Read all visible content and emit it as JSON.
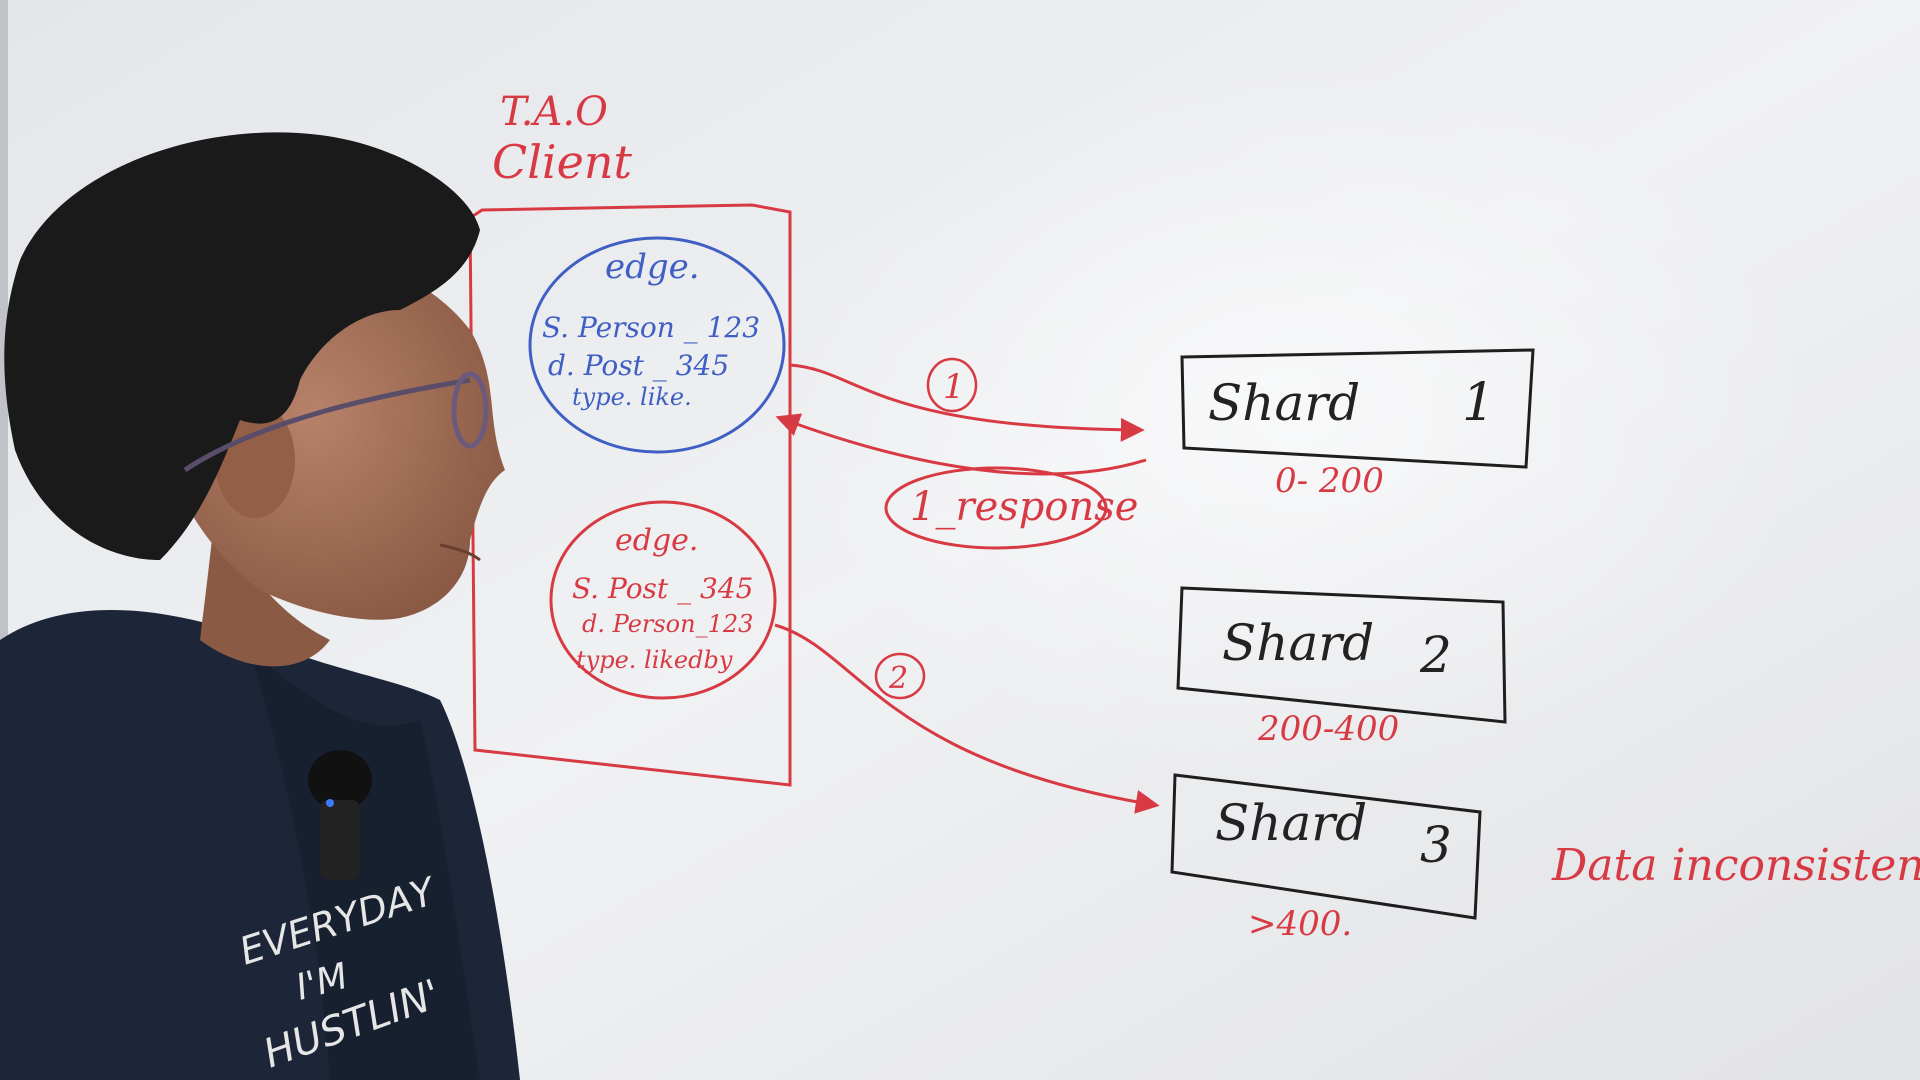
{
  "colors": {
    "board": "#eceef0",
    "red_marker": "#d83a44",
    "blue_marker": "#3f5fc4",
    "black_marker": "#1e1e1e",
    "shirt": "#1c2638",
    "skin": "#a87358",
    "hair": "#1a1a1a"
  },
  "whiteboard": {
    "client": {
      "title_line1": "T.A.O",
      "title_line2": "Client"
    },
    "edge_blue": {
      "title": "edge.",
      "source": "S. Person _ 123",
      "dest": "d. Post _ 345",
      "type": "type. like."
    },
    "edge_red": {
      "title": "edge.",
      "source": "S. Post _ 345",
      "dest": "d. Person_123",
      "type": "type. likedby"
    },
    "arrow1_label": "1",
    "response_label": "1_response",
    "arrow2_label": "2",
    "shards": [
      {
        "label": "Shard",
        "number": "1",
        "range": "0- 200"
      },
      {
        "label": "Shard",
        "number": "2",
        "range": "200-400"
      },
      {
        "label": "Shard",
        "number": "3",
        "range": ">400."
      }
    ],
    "note": "Data inconsistency"
  },
  "presenter": {
    "shirt_text_1": "EVERYDAY",
    "shirt_text_2": "I'M",
    "shirt_text_3": "HUSTLIN'",
    "icon": "lapel-microphone-icon"
  }
}
